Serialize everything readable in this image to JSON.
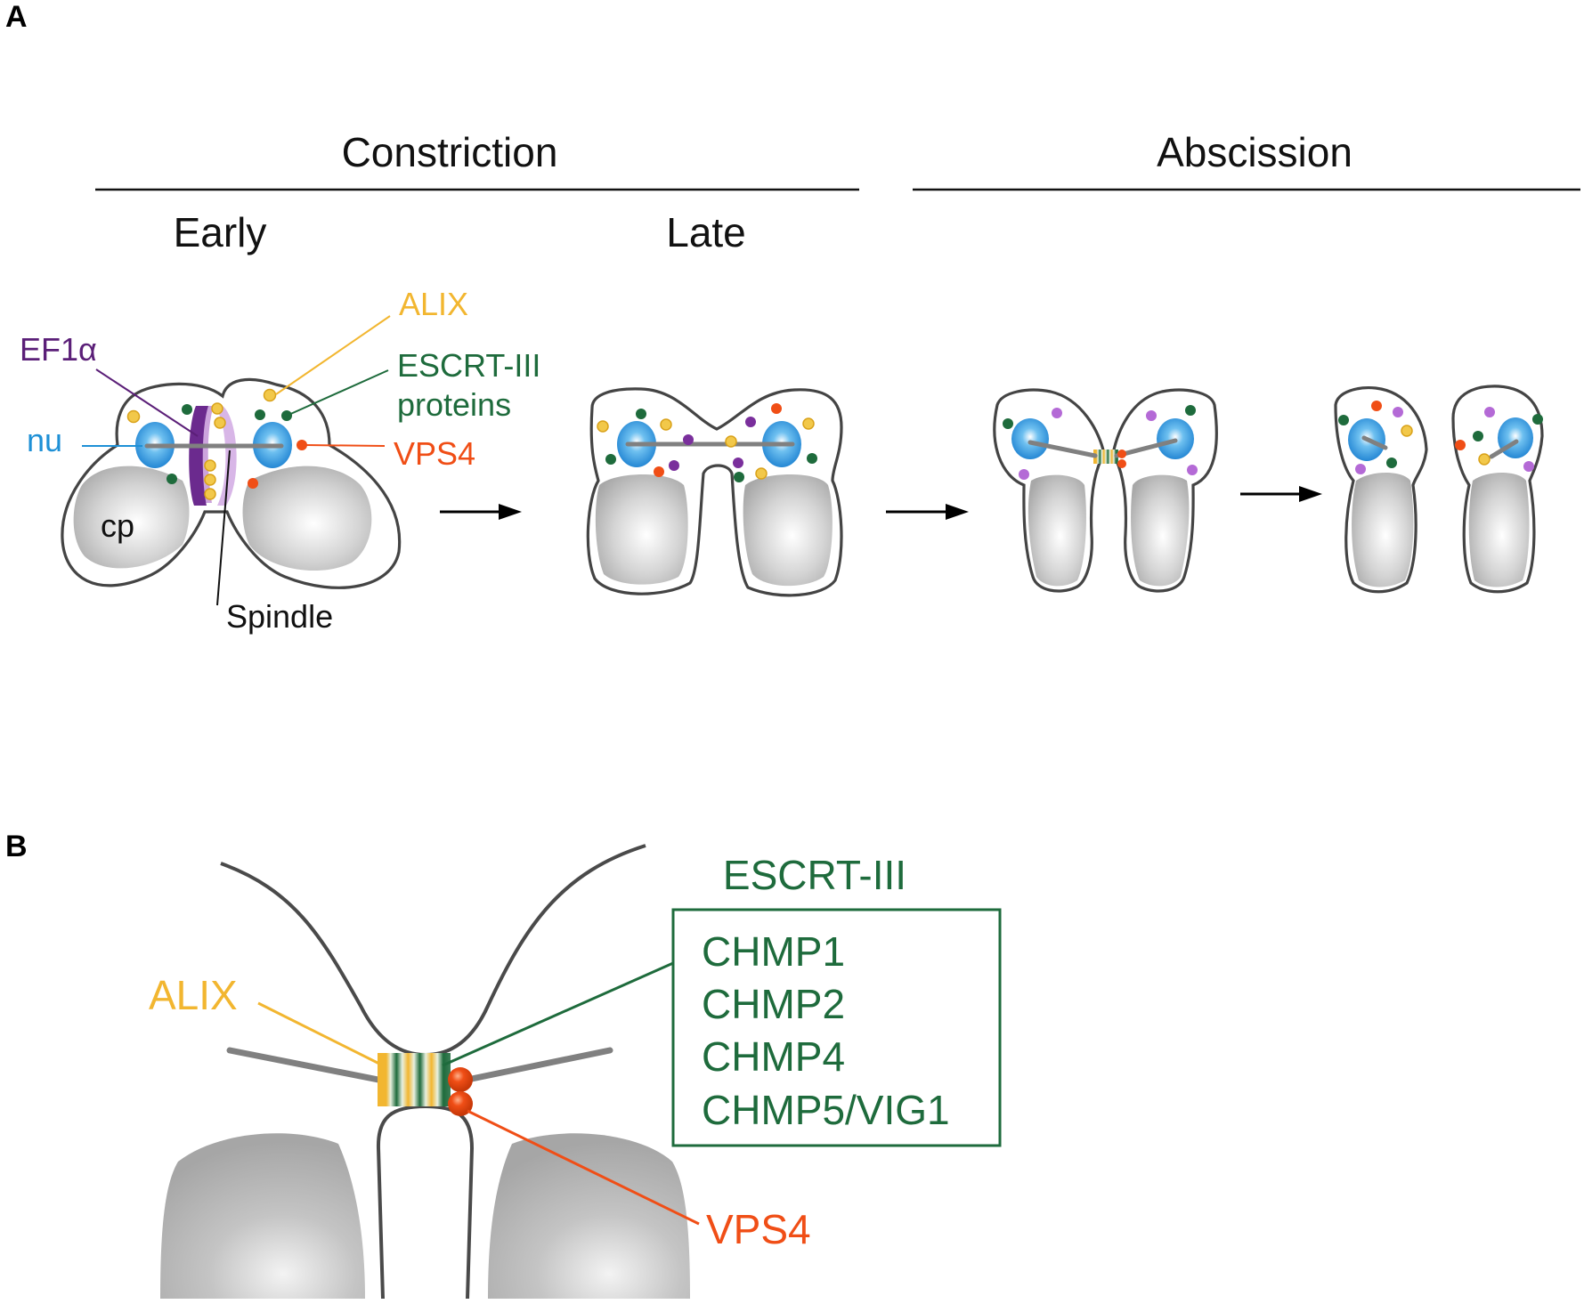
{
  "panel_a": {
    "letter": "A",
    "stage_constriction": "Constriction",
    "stage_abscission": "Abscission",
    "sub_early": "Early",
    "sub_late": "Late",
    "labels": {
      "alix": "ALIX",
      "ef1a": "EF1α",
      "escrt_line1": "ESCRT-III",
      "escrt_line2": "proteins",
      "nu": "nu",
      "vps4": "VPS4",
      "cp": "cp",
      "spindle": "Spindle"
    }
  },
  "panel_b": {
    "letter": "B",
    "alix": "ALIX",
    "escrt_title": "ESCRT-III",
    "escrt_members": [
      "CHMP1",
      "CHMP2",
      "CHMP4",
      "CHMP5/VIG1"
    ],
    "vps4": "VPS4"
  },
  "colors": {
    "alix": "#F2B630",
    "escrt": "#1E6B3C",
    "vps4": "#F04E16",
    "ef1a": "#5B1F78",
    "nu": "#1E90D6",
    "purple_dot": "#9B3FC0"
  }
}
